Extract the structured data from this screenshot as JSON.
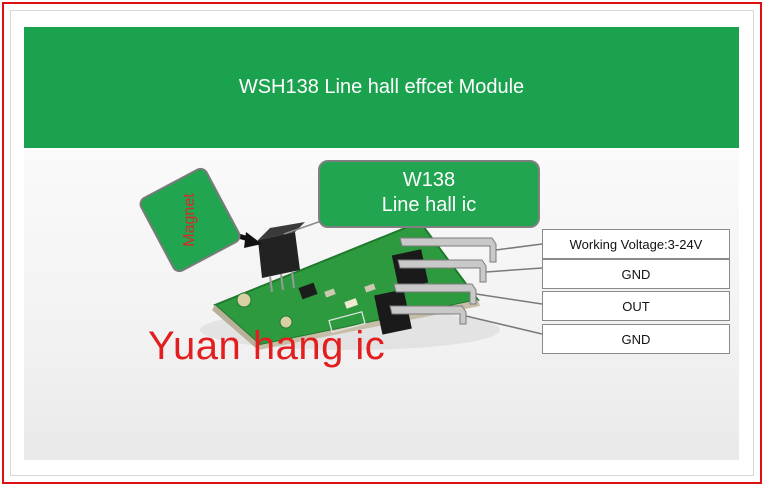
{
  "banner": {
    "title": "WSH138 Line hall effcet Module"
  },
  "callout": {
    "line1": "W138",
    "line2": "Line hall ic"
  },
  "magnet": {
    "label": "Magnet"
  },
  "pin_labels": [
    {
      "text": "Working Voltage:3-24V"
    },
    {
      "text": "GND"
    },
    {
      "text": "OUT"
    },
    {
      "text": "GND"
    }
  ],
  "watermark": {
    "text": "Yuan hang ic"
  },
  "colors": {
    "banner_green": "#1aa24e",
    "frame_red": "#e01010",
    "watermark_red": "#e31e1e",
    "pcb_green": "#2e9a3f"
  }
}
